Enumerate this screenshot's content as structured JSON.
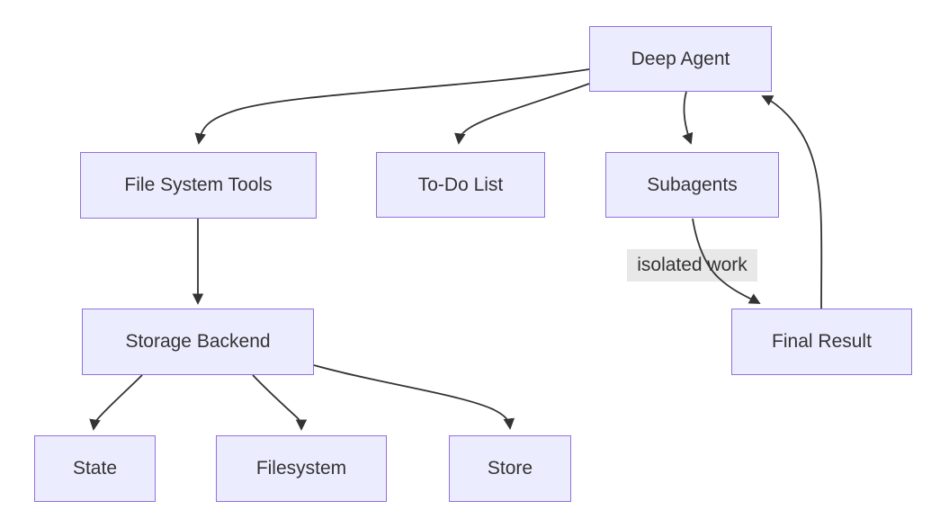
{
  "diagram": {
    "type": "flowchart",
    "nodes": {
      "deep_agent": {
        "label": "Deep Agent"
      },
      "file_system_tools": {
        "label": "File System Tools"
      },
      "todo_list": {
        "label": "To-Do List"
      },
      "subagents": {
        "label": "Subagents"
      },
      "storage_backend": {
        "label": "Storage Backend"
      },
      "final_result": {
        "label": "Final Result"
      },
      "state": {
        "label": "State"
      },
      "filesystem": {
        "label": "Filesystem"
      },
      "store": {
        "label": "Store"
      }
    },
    "edges": [
      {
        "from": "Deep Agent",
        "to": "File System Tools",
        "label": ""
      },
      {
        "from": "Deep Agent",
        "to": "To-Do List",
        "label": ""
      },
      {
        "from": "Deep Agent",
        "to": "Subagents",
        "label": ""
      },
      {
        "from": "Subagents",
        "to": "Final Result",
        "label": "isolated work"
      },
      {
        "from": "Final Result",
        "to": "Deep Agent",
        "label": ""
      },
      {
        "from": "File System Tools",
        "to": "Storage Backend",
        "label": ""
      },
      {
        "from": "Storage Backend",
        "to": "State",
        "label": ""
      },
      {
        "from": "Storage Backend",
        "to": "Filesystem",
        "label": ""
      },
      {
        "from": "Storage Backend",
        "to": "Store",
        "label": ""
      }
    ],
    "colors": {
      "node_fill": "#ECECFF",
      "node_border": "#9370DB",
      "text": "#333333",
      "edge_line": "#333333",
      "edge_label_bg": "#e8e8e8",
      "background": "#ffffff"
    }
  }
}
